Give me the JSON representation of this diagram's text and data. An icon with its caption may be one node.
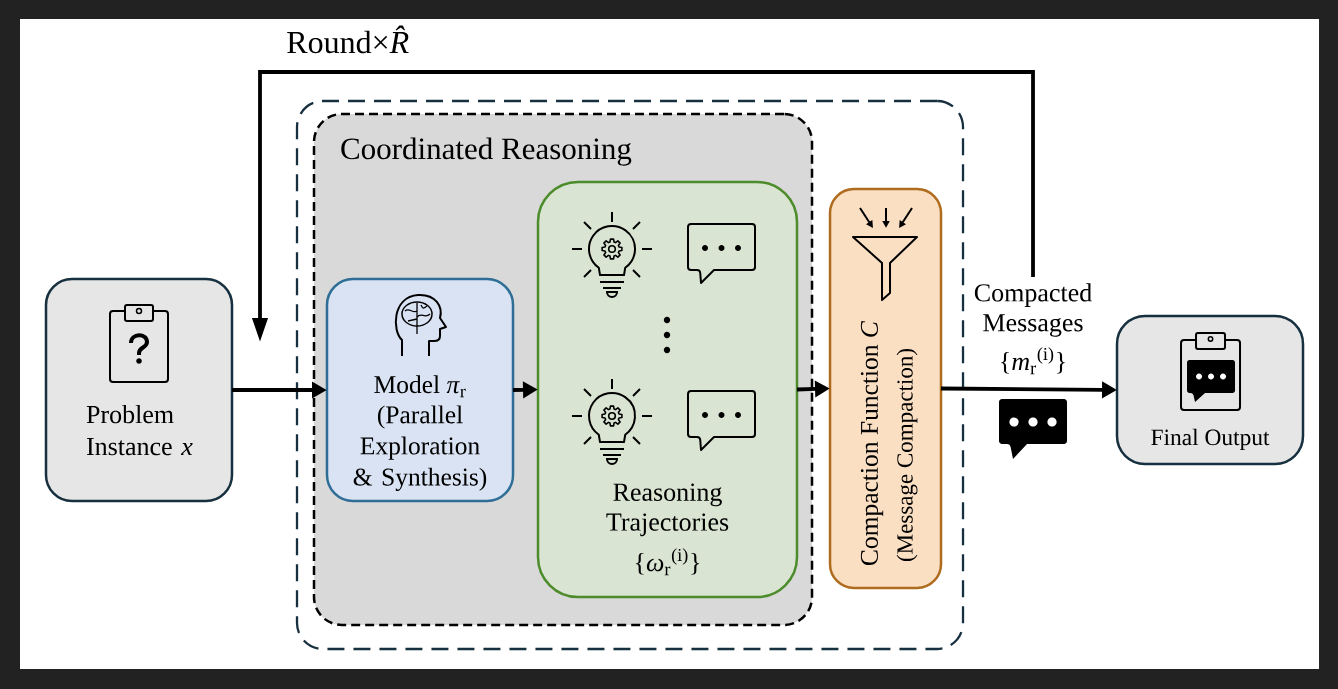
{
  "diagram": {
    "nodes": [
      {
        "text": [
          "Problem Instance *x*"
        ]
      },
      {
        "text": [],
        "shape": "box"
      },
      {
        "text": [
          "Coordinated Reasoning"
        ],
        "in": 1
      },
      {
        "text": [
          "Model *π*$_{r}$",
          "(Parallel Exploration & Synthesis)"
        ],
        "in": 2
      },
      {
        "text": [
          "Reasoning Trajectories",
          "{*ω*$_{r}$$^{(i)}$}"
        ],
        "in": 2
      },
      {
        "text": [
          "Compaction Function *C*",
          "(Message Compaction)"
        ],
        "in": 1
      },
      {
        "text": [
          "Compacted Messages",
          "{*m*$_{r}$$^{(i)}$}"
        ]
      },
      {
        "text": [
          "Final Output"
        ]
      }
    ],
    "edges": [
      {
        "from": 0,
        "to": 3,
        "arrow": "to"
      },
      {
        "from": 3,
        "to": 4,
        "arrow": "to"
      },
      {
        "from": 4,
        "to": 5,
        "arrow": "to"
      },
      {
        "from": 5,
        "to": 7,
        "arrow": "to"
      },
      {
        "from": 6,
        "to": null,
        "arrow": "to",
        "label": "Round×*R̂*"
      }
    ]
  }
}
